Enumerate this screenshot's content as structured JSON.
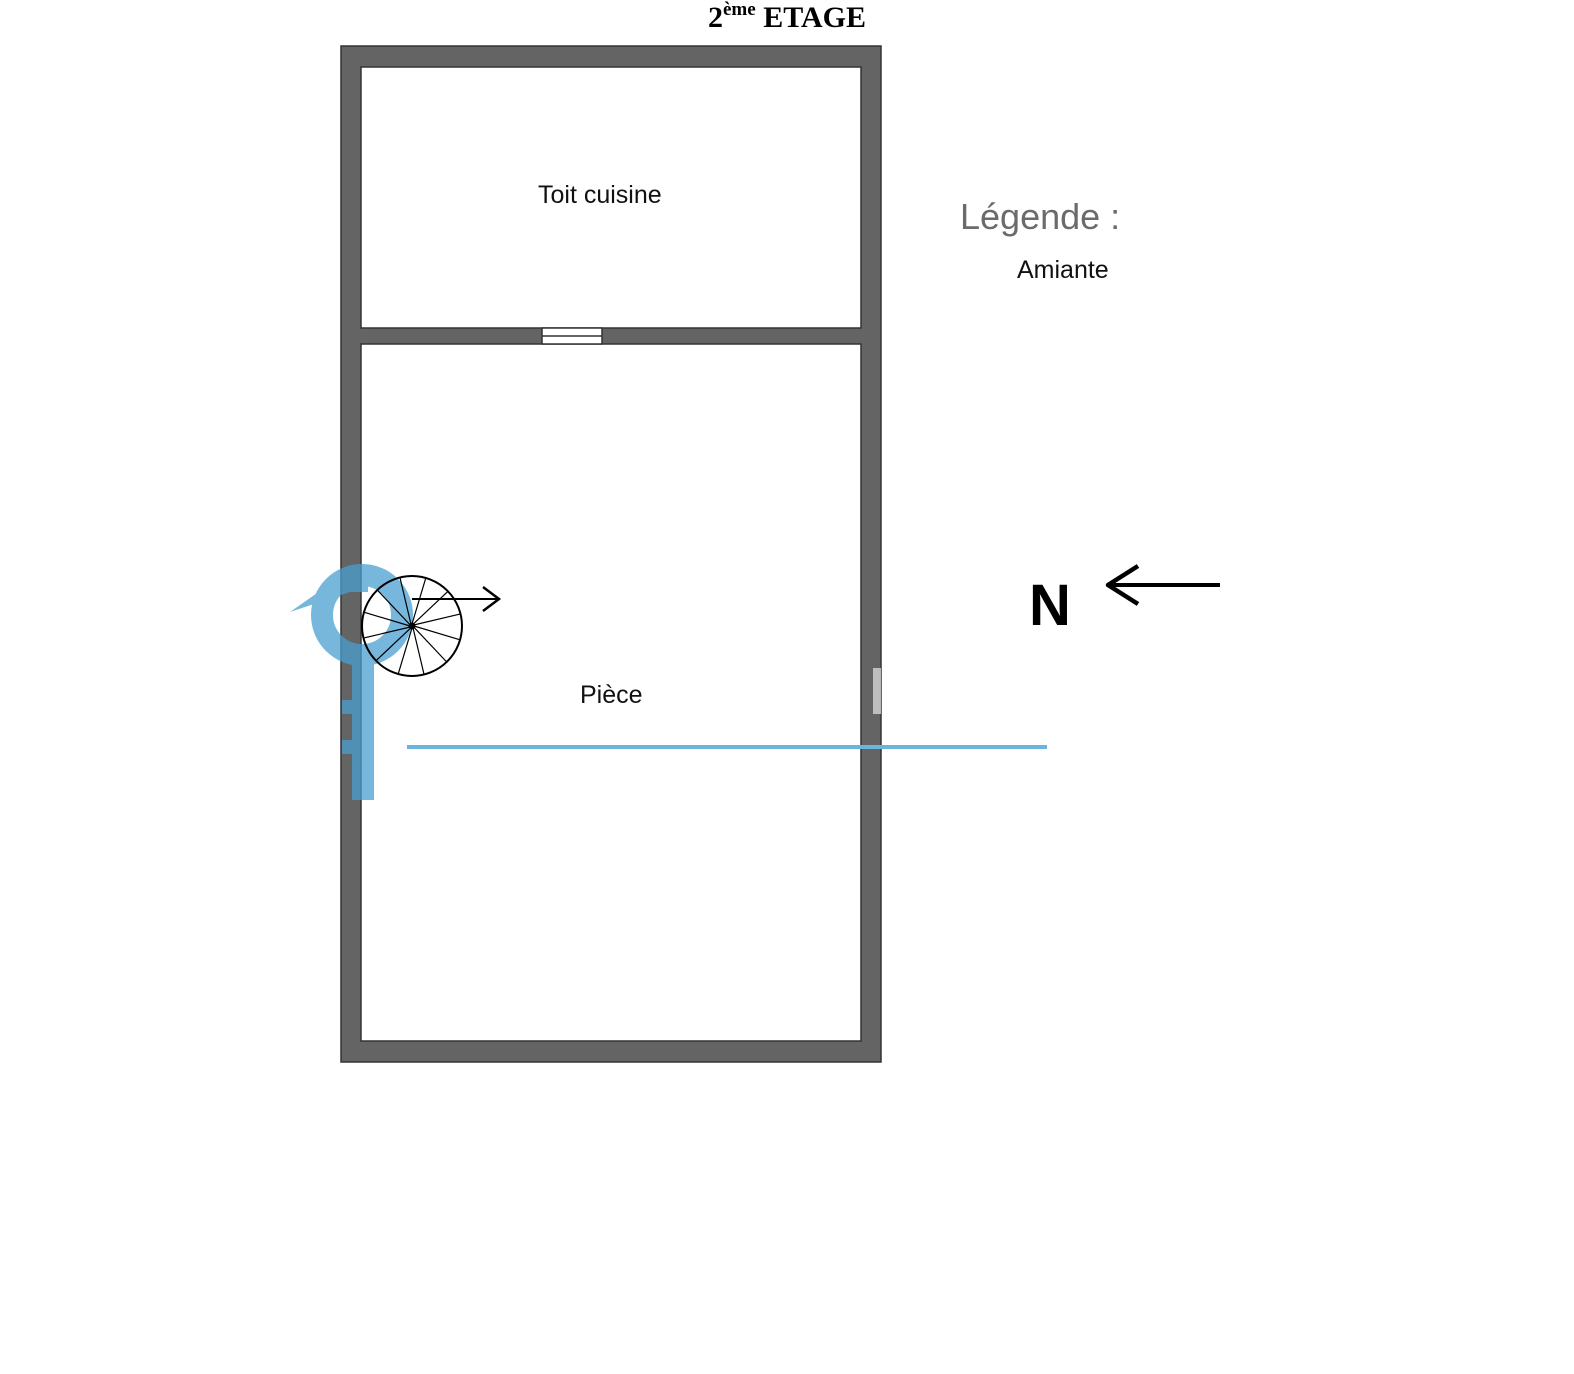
{
  "title": {
    "number": "2",
    "suffix": "ème",
    "text": " ETAGE"
  },
  "rooms": [
    {
      "label": "Toit cuisine"
    },
    {
      "label": "Pièce"
    }
  ],
  "legend": {
    "title": "Légende :",
    "items": [
      "Amiante"
    ]
  },
  "compass": {
    "letter": "N"
  },
  "colors": {
    "wall": "#646464",
    "watermark": "#4a9fd1",
    "text": "#000000",
    "legend_title": "#6b6b6b"
  },
  "icons": [
    "spiral-staircase-icon",
    "stair-direction-arrow-icon",
    "north-arrow-icon",
    "house-key-watermark-icon"
  ]
}
